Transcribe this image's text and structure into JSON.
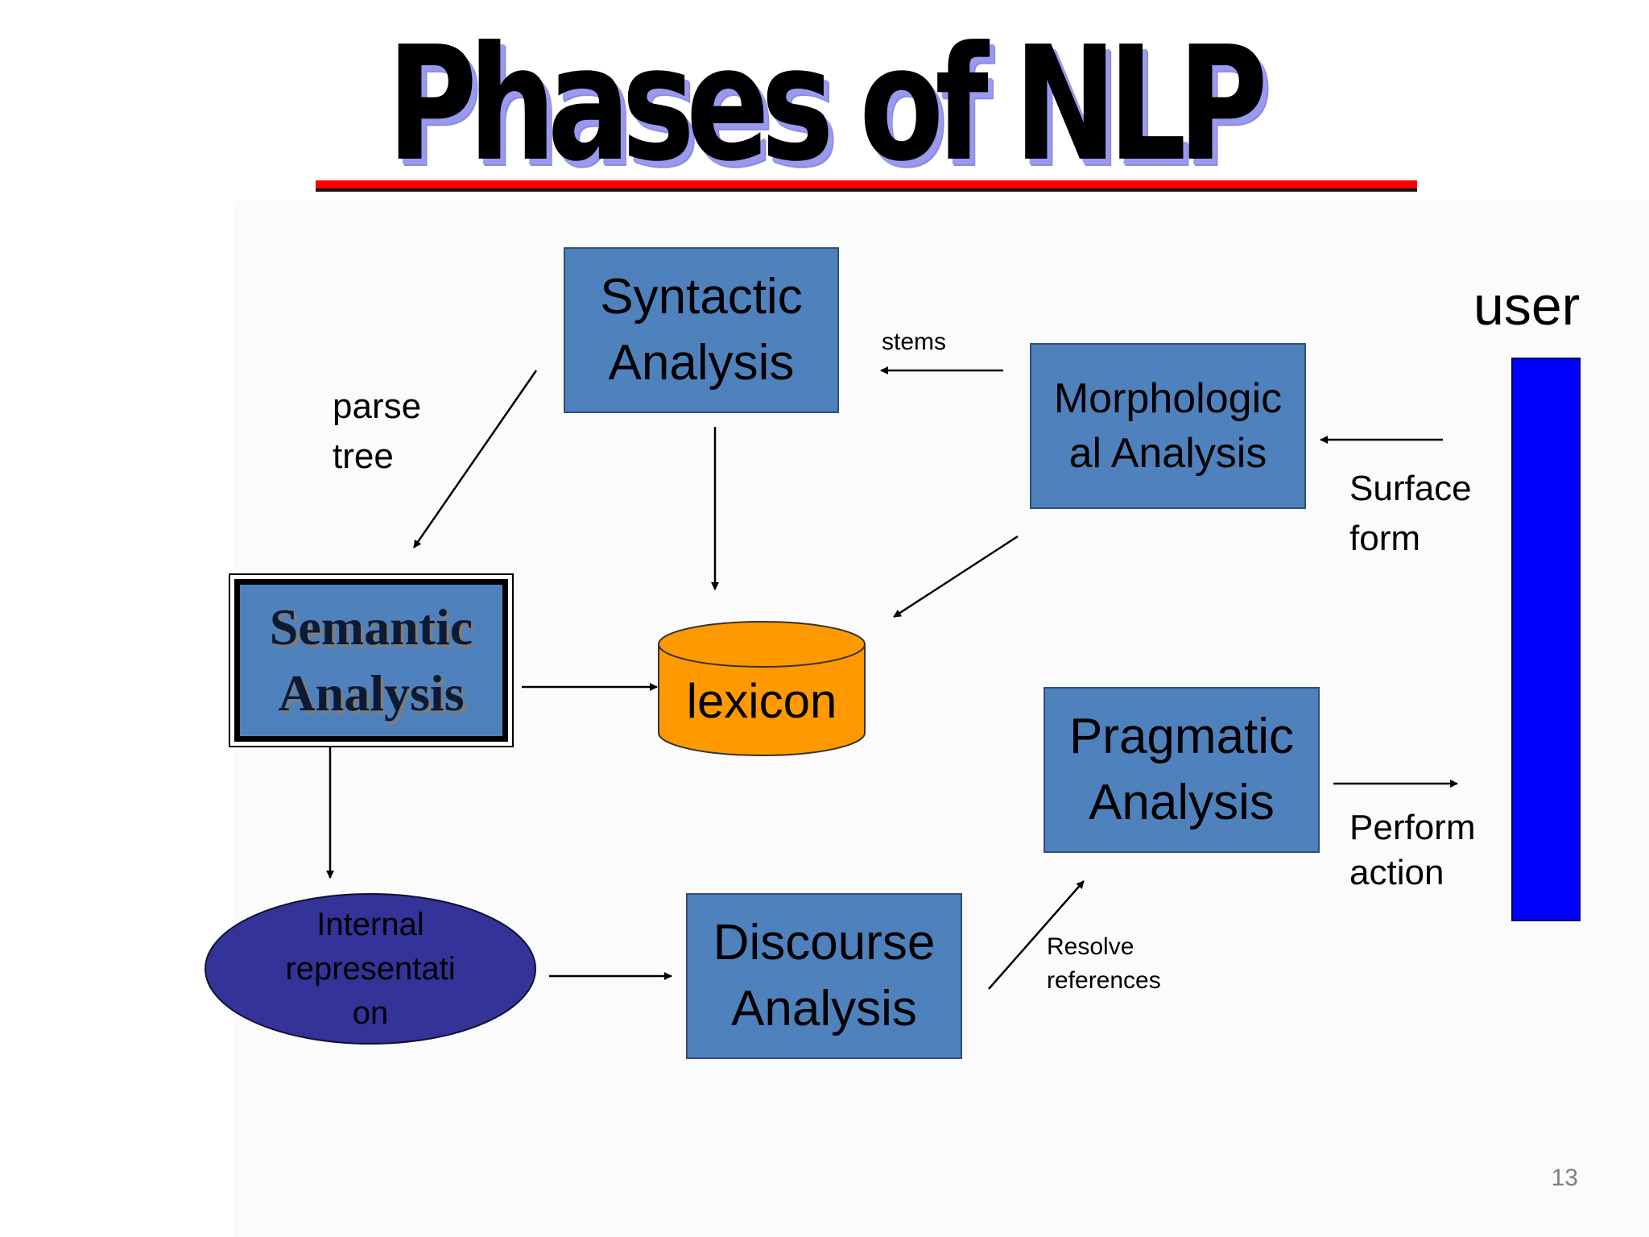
{
  "title": "Phases of NLP",
  "nodes": {
    "syntactic": "Syntactic\nAnalysis",
    "morphological": "Morphologic\nal Analysis",
    "semantic": "Semantic\nAnalysis",
    "lexicon": "lexicon",
    "pragmatic": "Pragmatic\nAnalysis",
    "internal_representation": "Internal\nrepresentati\non",
    "discourse": "Discourse\nAnalysis",
    "user": "user"
  },
  "edge_labels": {
    "parse_tree": "parse\ntree",
    "stems": "stems",
    "surface_form": "Surface\nform",
    "perform_action": "Perform\naction",
    "resolve_references": "Resolve\nreferences"
  },
  "page_number": "13",
  "colors": {
    "box_fill": "#4f81bd",
    "lexicon_fill": "#ff9900",
    "internal_fill": "#333399",
    "user_bar": "#0000ff",
    "title_rule": "#ff0000"
  }
}
